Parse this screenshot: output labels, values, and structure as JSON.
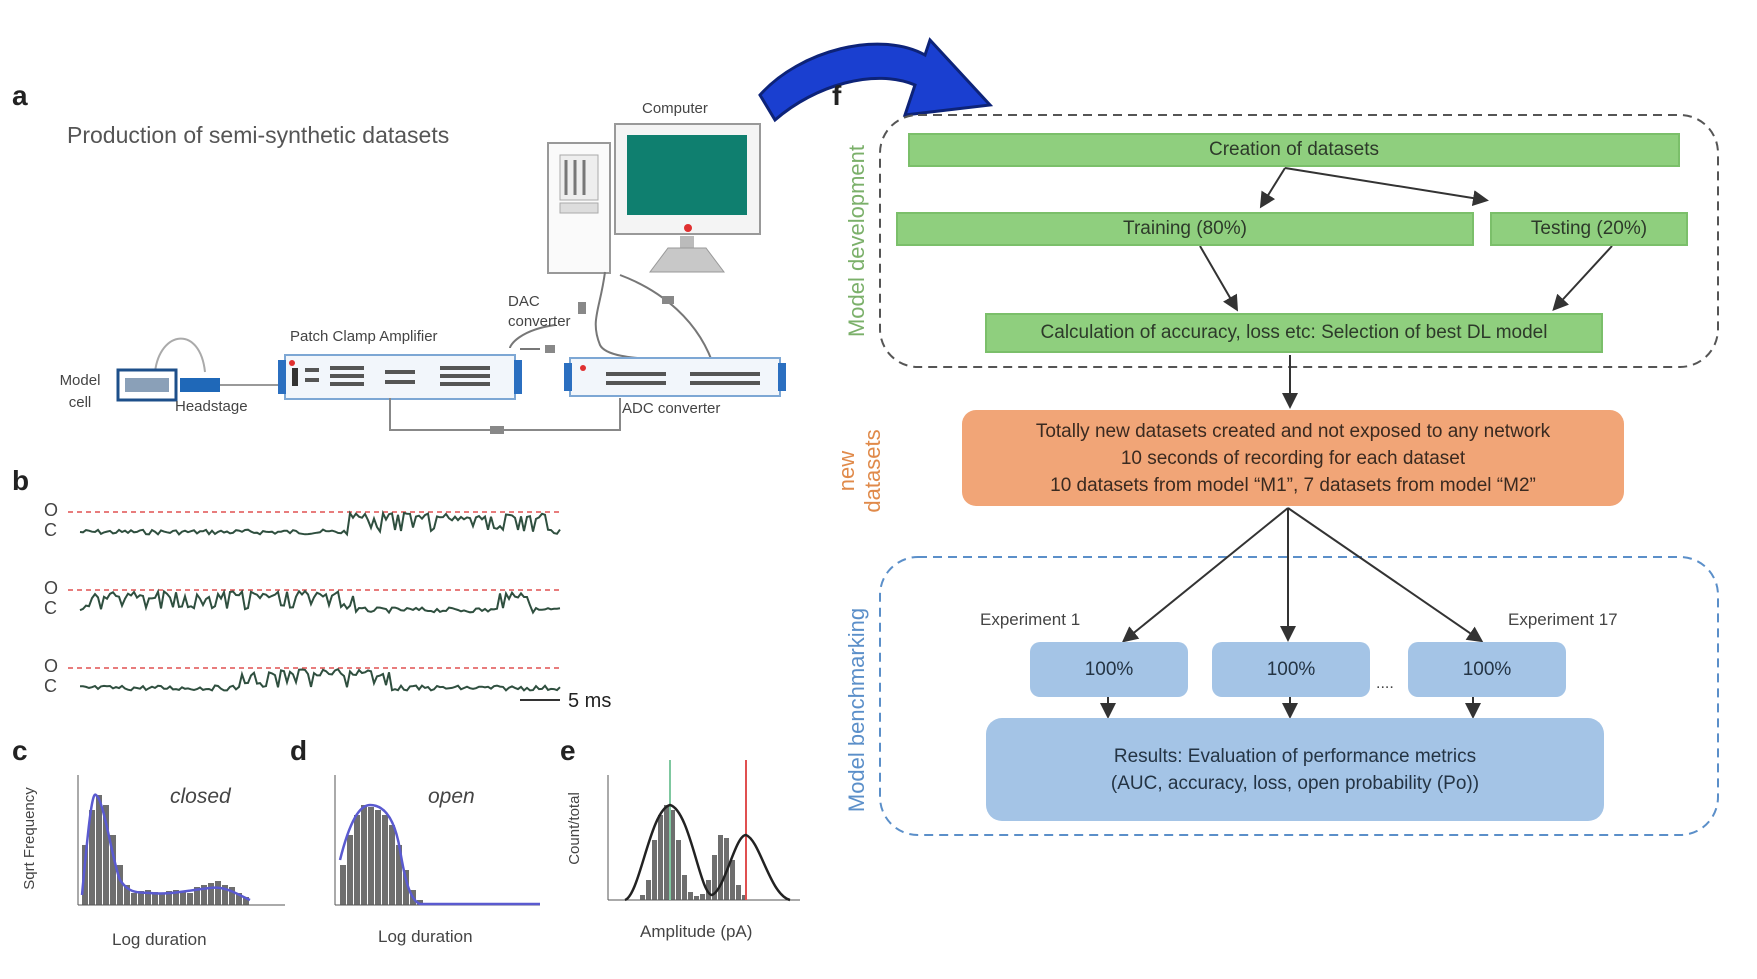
{
  "panels": {
    "a": "a",
    "b": "b",
    "c": "c",
    "d": "d",
    "e": "e",
    "f": "f"
  },
  "panel_a": {
    "title": "Production of semi-synthetic datasets",
    "computer": "Computer",
    "dac": "DAC converter",
    "patch_clamp": "Patch Clamp Amplifier",
    "model_cell": "Model cell",
    "headstage": "Headstage",
    "adc": "ADC converter"
  },
  "panel_b": {
    "open_label": "O",
    "closed_label": "C",
    "scale_bar": "5 ms"
  },
  "panel_c": {
    "ylabel": "Sqrt Frequency",
    "xlabel": "Log duration",
    "state": "closed"
  },
  "panel_d": {
    "state": "open",
    "xlabel": "Log duration"
  },
  "panel_e": {
    "ylabel": "Count/total",
    "xlabel": "Amplitude (pA)"
  },
  "panel_f": {
    "section_dev": "Model development",
    "section_new": "new datasets",
    "section_bench": "Model benchmarking",
    "creation": "Creation of datasets",
    "training": "Training (80%)",
    "testing": "Testing (20%)",
    "calc": "Calculation of accuracy, loss etc:  Selection of best DL model",
    "new_line1": "Totally new datasets created and not exposed to any network",
    "new_line2": "10 seconds of recording for each dataset",
    "new_line3": "10 datasets from model “M1”, 7 datasets from model “M2”",
    "exp1": "Experiment 1",
    "exp17": "Experiment 17",
    "pct1": "100%",
    "pct2": "100%",
    "pct3": "100%",
    "ellipsis": "....",
    "results_line1": "Results:  Evaluation of performance metrics",
    "results_line2": "(AUC, accuracy, loss, open probability (Po))"
  },
  "colors": {
    "green_box": "#8fcf7e",
    "orange_box": "#f1a577",
    "blue_box": "#a4c4e6",
    "green_text": "#7bb06a",
    "orange_text": "#e08a4a",
    "blue_text": "#5b8fc9",
    "arrow_blue": "#1a3fd0",
    "histogram_fit": "#5a5ad0",
    "dashed_red": "#e05050",
    "monitor": "#0f7f6f"
  }
}
